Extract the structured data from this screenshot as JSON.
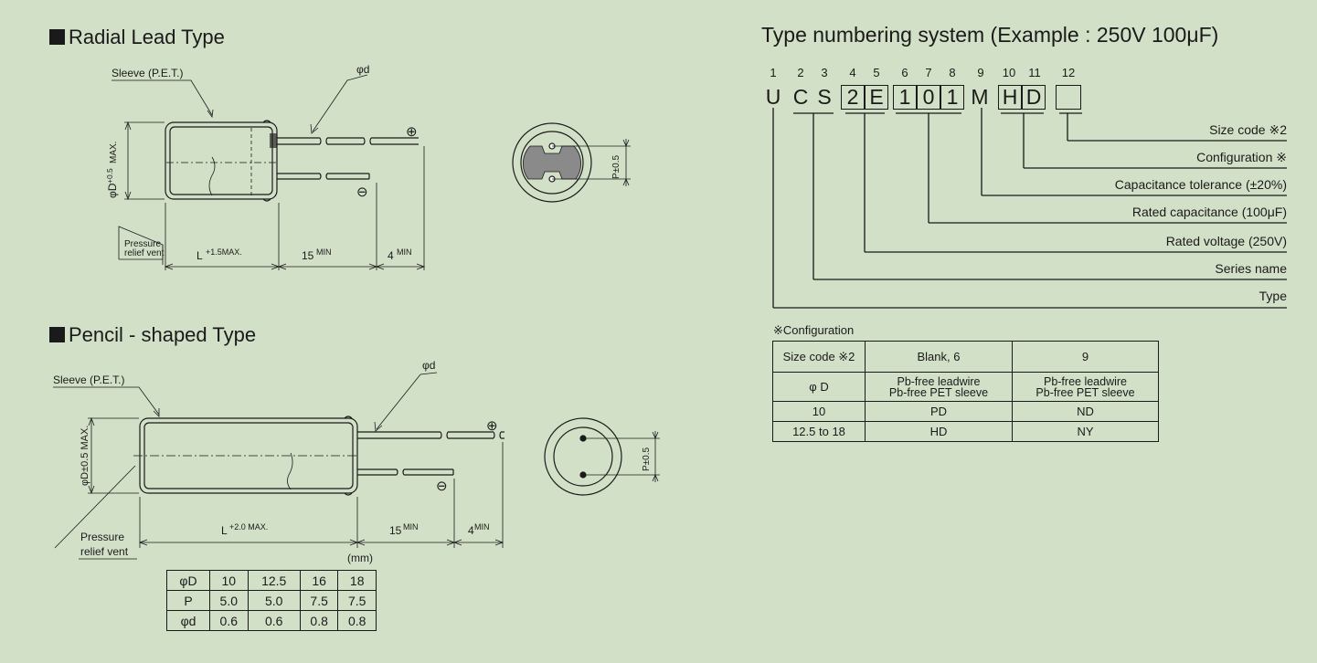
{
  "radial": {
    "title": "Radial Lead Type",
    "sleeve": "Sleeve (P.E.T.)",
    "phi_d": "φd",
    "phi_D": "φD",
    "phi_D_tol": "+0.5",
    "phi_D_max": "MAX.",
    "pressure1": "Pressure",
    "pressure2": "relief vent",
    "L": "L",
    "L_tol": "+1.5MAX.",
    "lead15": "15",
    "lead15_min": "MIN",
    "lead4": "4",
    "lead4_min": "MIN",
    "plus": "⊕",
    "minus": "⊖",
    "pitch": "P±0.5"
  },
  "pencil": {
    "title": "Pencil - shaped Type",
    "sleeve": "Sleeve (P.E.T.)",
    "phi_d": "φd",
    "phi_D": "φD±0.5 MAX.",
    "pressure1": "Pressure",
    "pressure2": "relief vent",
    "L": "L",
    "L_tol": "+2.0 MAX.",
    "lead15": "15",
    "lead15_min": "MIN",
    "lead4": "4",
    "lead4_min": "MIN",
    "plus": "⊕",
    "minus": "⊖",
    "pitch": "P±0.5"
  },
  "dims_table": {
    "unit": "(mm)",
    "rows": [
      [
        "φD",
        "10",
        "12.5",
        "16",
        "18"
      ],
      [
        "P",
        "5.0",
        "5.0",
        "7.5",
        "7.5"
      ],
      [
        "φd",
        "0.6",
        "0.6",
        "0.8",
        "0.8"
      ]
    ]
  },
  "typenum": {
    "title": "Type numbering system (Example : 250V 100μF)",
    "positions": [
      "1",
      "2",
      "3",
      "4",
      "5",
      "6",
      "7",
      "8",
      "9",
      "10",
      "11",
      "12"
    ],
    "letters": [
      "U",
      "C",
      "S",
      "2",
      "E",
      "1",
      "0",
      "1",
      "M",
      "H",
      "D",
      ""
    ],
    "labels": [
      "Size code ※2",
      "Configuration ※",
      "Capacitance tolerance (±20%)",
      "Rated capacitance (100μF)",
      "Rated voltage (250V)",
      "Series name",
      "Type"
    ]
  },
  "config": {
    "title": "※Configuration",
    "header": [
      "Size code ※2",
      "Blank, 6",
      "9"
    ],
    "phiD": "φ D",
    "material1": "Pb-free leadwire",
    "material2": "Pb-free PET sleeve",
    "rows": [
      [
        "10",
        "PD",
        "ND"
      ],
      [
        "12.5 to 18",
        "HD",
        "NY"
      ]
    ]
  }
}
